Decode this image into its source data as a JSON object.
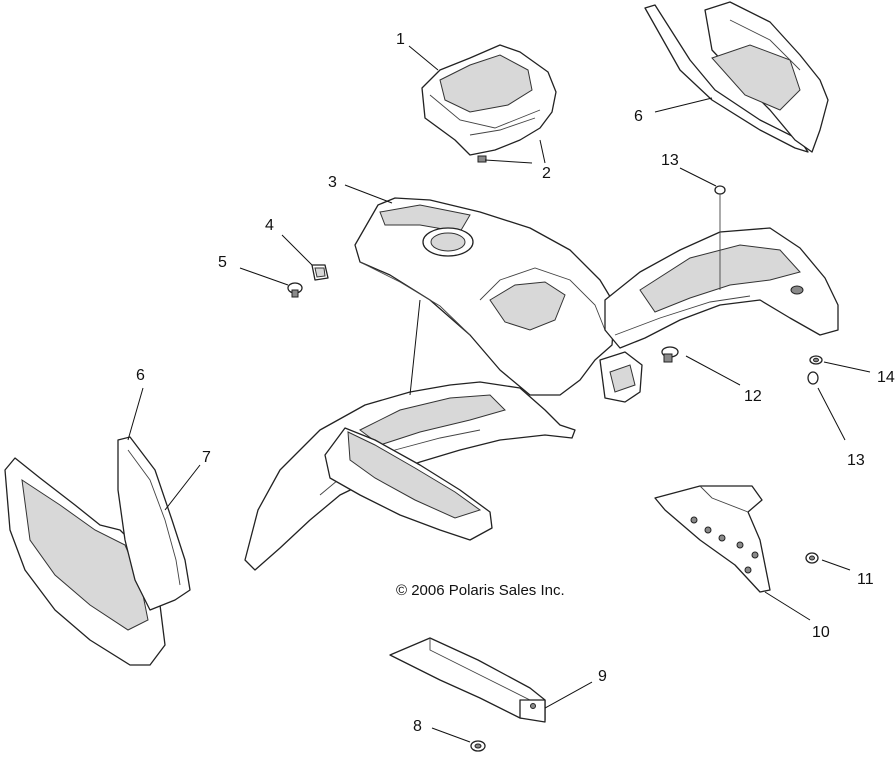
{
  "copyright": "© 2006 Polaris Sales Inc.",
  "callouts": [
    {
      "label": "1"
    },
    {
      "label": "2"
    },
    {
      "label": "3"
    },
    {
      "label": "4"
    },
    {
      "label": "5"
    },
    {
      "label": "6"
    },
    {
      "label": "6"
    },
    {
      "label": "7"
    },
    {
      "label": "8"
    },
    {
      "label": "9"
    },
    {
      "label": "10"
    },
    {
      "label": "11"
    },
    {
      "label": "12"
    },
    {
      "label": "13"
    },
    {
      "label": "13"
    },
    {
      "label": "14"
    }
  ]
}
